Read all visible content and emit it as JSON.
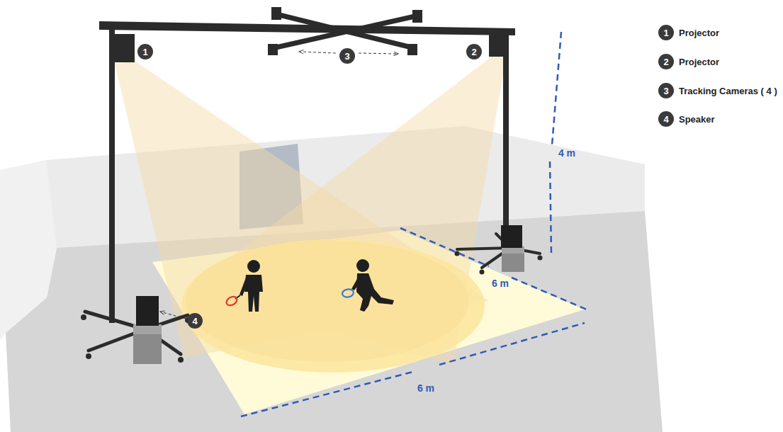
{
  "diagram": {
    "labels": [
      "1",
      "2",
      "3",
      "4",
      "1",
      "2",
      "3",
      "4",
      "4 m",
      "6 m",
      "6 m"
    ],
    "legend": [
      {
        "text": "Projector",
        "color": "#3a3a3a"
      },
      {
        "text": "Projector",
        "color": "#3a3a3a"
      },
      {
        "text": "Tracking Cameras ( 4 )",
        "color": "#3a3a3a"
      },
      {
        "text": "Speaker",
        "color": "#3a3a3a"
      }
    ]
  }
}
